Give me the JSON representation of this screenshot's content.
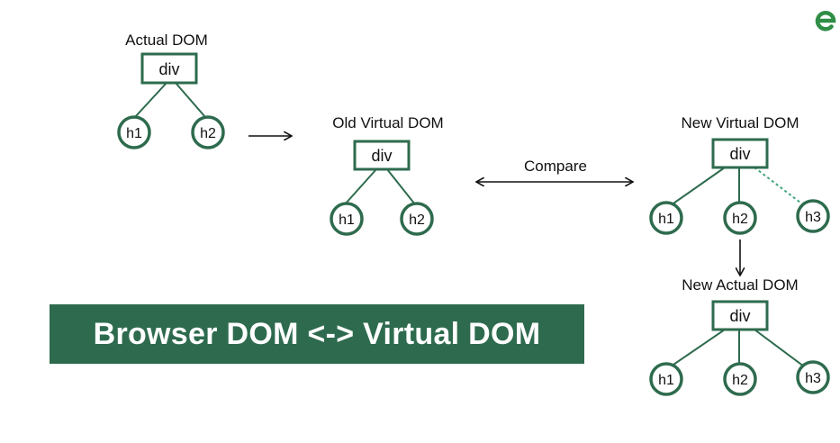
{
  "sections": {
    "actual_dom": "Actual DOM",
    "old_virtual_dom": "Old Virtual DOM",
    "new_virtual_dom": "New Virtual DOM",
    "new_actual_dom": "New Actual DOM"
  },
  "nodes": {
    "div": "div",
    "h1": "h1",
    "h2": "h2",
    "h3": "h3"
  },
  "compare_label": "Compare",
  "banner_text": "Browser DOM <-> Virtual DOM",
  "colors": {
    "brand_green": "#2e6b4e",
    "highlight_green": "#3fa57a"
  },
  "icons": {
    "logo": "geeksforgeeks-logo-icon"
  }
}
